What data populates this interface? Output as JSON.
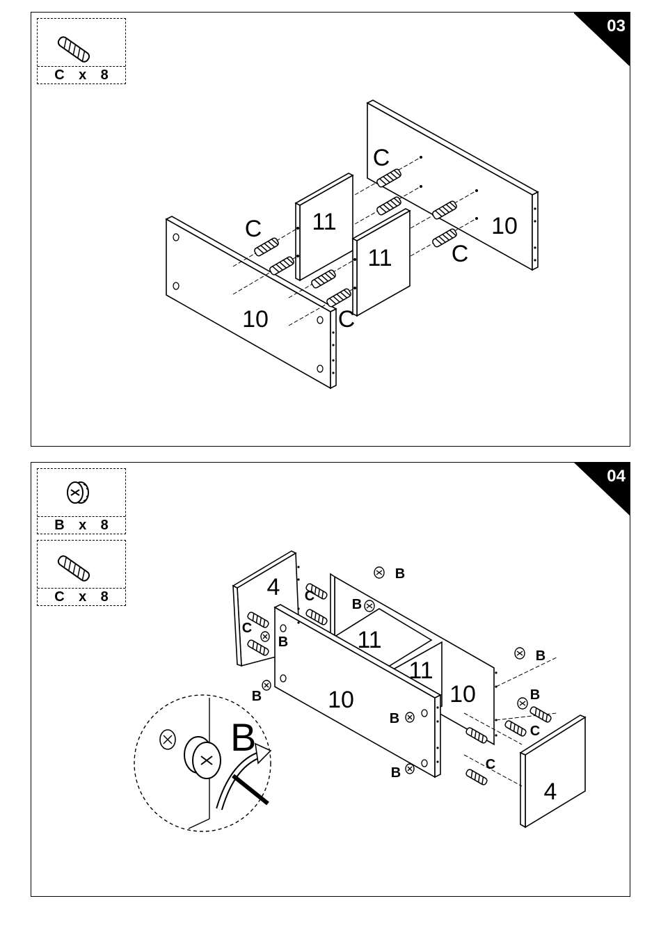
{
  "step3": {
    "number": "03",
    "parts": [
      {
        "icon": "dowel-icon",
        "letter": "C",
        "times": "x",
        "count": "8"
      }
    ],
    "labels": {
      "panel_back": "10",
      "panel_front": "10",
      "divider_left": "11",
      "divider_right": "11",
      "callout": "C"
    }
  },
  "step4": {
    "number": "04",
    "parts": [
      {
        "icon": "cam-lock-icon",
        "letter": "B",
        "times": "x",
        "count": "8"
      },
      {
        "icon": "dowel-icon",
        "letter": "C",
        "times": "x",
        "count": "8"
      }
    ],
    "labels": {
      "side": "4",
      "panel": "10",
      "divider": "11",
      "cam": "B",
      "dowel": "C",
      "detail": "B"
    }
  }
}
